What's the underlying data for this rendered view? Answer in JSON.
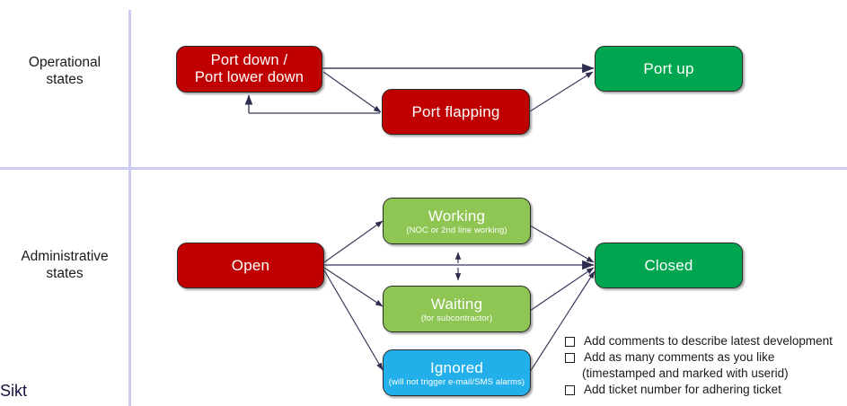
{
  "lanes": [
    {
      "id": "operational",
      "label": "Operational\nstates"
    },
    {
      "id": "administrative",
      "label": "Administrative\nstates"
    }
  ],
  "nodes": [
    {
      "id": "port-down",
      "title": "Port down /\nPort lower down",
      "sub": "",
      "color": "#c00000"
    },
    {
      "id": "port-flapping",
      "title": "Port flapping",
      "sub": "",
      "color": "#c00000"
    },
    {
      "id": "port-up",
      "title": "Port up",
      "sub": "",
      "color": "#00a64f"
    },
    {
      "id": "open",
      "title": "Open",
      "sub": "",
      "color": "#c00000"
    },
    {
      "id": "working",
      "title": "Working",
      "sub": "(NOC or 2nd line working)",
      "color": "#8fc653"
    },
    {
      "id": "waiting",
      "title": "Waiting",
      "sub": "(for subcontractor)",
      "color": "#8fc653"
    },
    {
      "id": "ignored",
      "title": "Ignored",
      "sub": "(will not trigger e-mail/SMS alarms)",
      "color": "#23b0ea"
    },
    {
      "id": "closed",
      "title": "Closed",
      "sub": "",
      "color": "#00a64f"
    }
  ],
  "checklist": [
    {
      "marker": true,
      "text": "Add comments to describe latest development"
    },
    {
      "marker": true,
      "text": "Add as many comments as you like"
    },
    {
      "marker": false,
      "text": "(timestamped and marked with userid)"
    },
    {
      "marker": true,
      "text": "Add ticket number for adhering ticket"
    }
  ],
  "brand": {
    "text": "Sikt"
  },
  "colors": {
    "red": "#c00000",
    "green_dark": "#00a64f",
    "green_light": "#8fc653",
    "blue": "#23b0ea",
    "divider": "#ccccf2",
    "connector": "#3b3b5c",
    "brand": "#1b1040"
  }
}
